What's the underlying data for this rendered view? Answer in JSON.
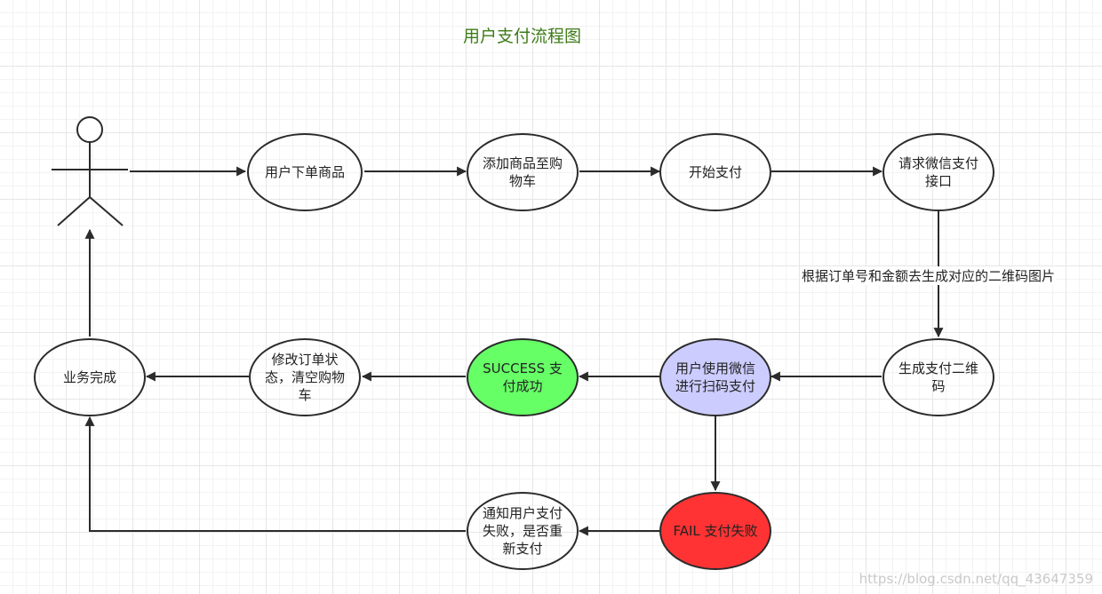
{
  "title": "用户支付流程图",
  "colors": {
    "title": "#3e7c17",
    "success_fill": "#66ff66",
    "scan_fill": "#ccccff",
    "fail_fill": "#ff3333",
    "default_fill": "#ffffff",
    "stroke": "#2b2b2b"
  },
  "nodes": {
    "order": "用户下单商品",
    "add_cart": "添加商品至购物车",
    "start_pay": "开始支付",
    "request_api": "请求微信支付接口",
    "gen_qr": "生成支付二维码",
    "scan_pay": "用户使用微信进行扫码支付",
    "success": "SUCCESS 支付成功",
    "fail": "FAIL 支付失败",
    "update_order": "修改订单状态，清空购物车",
    "notify": "通知用户支付失败，是否重新支付",
    "done": "业务完成"
  },
  "edge_labels": {
    "qr_generation": "根据订单号和金额去生成对应的二维码图片"
  },
  "icons": {
    "actor": "stick-figure-actor-icon"
  },
  "watermark": "https://blog.csdn.net/qq_43647359"
}
